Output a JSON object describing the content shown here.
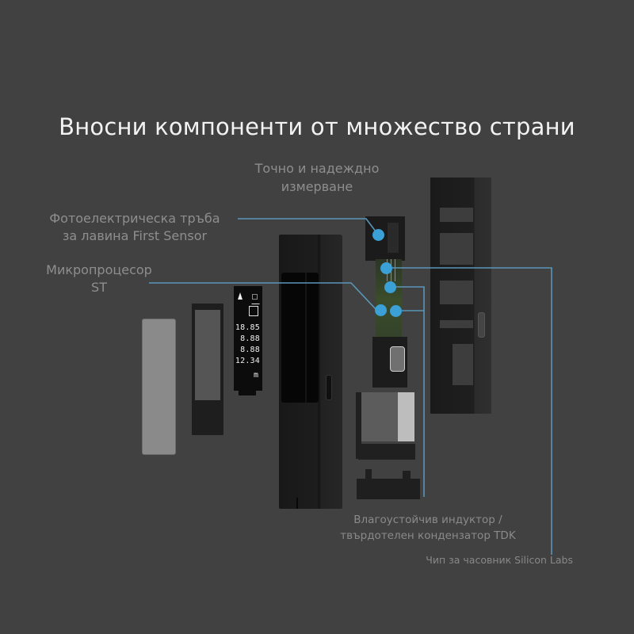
{
  "title": "Вносни компоненти от множество страни",
  "callouts": {
    "measurement": {
      "line1": "Точно и надеждно",
      "line2": "измерване"
    },
    "photodiode": {
      "line1": "Фотоелектрическа тръба",
      "line2": "за лавина First Sensor"
    },
    "mcu": {
      "line1": "Микропроцесор",
      "line2": "ST"
    },
    "inductor": {
      "line1": "Влагоустойчив индуктор /",
      "line2": "твърдотелен кондензатор TDK"
    },
    "clock_chip": {
      "line1": "Чип за часовник Silicon Labs"
    }
  },
  "lcd": {
    "values": [
      "18.85",
      "8.88",
      "8.88",
      "12.34"
    ],
    "unit": "m"
  },
  "colors": {
    "background": "#414141",
    "accent": "#3ba0d6",
    "leader_line": "#5a96b8"
  }
}
